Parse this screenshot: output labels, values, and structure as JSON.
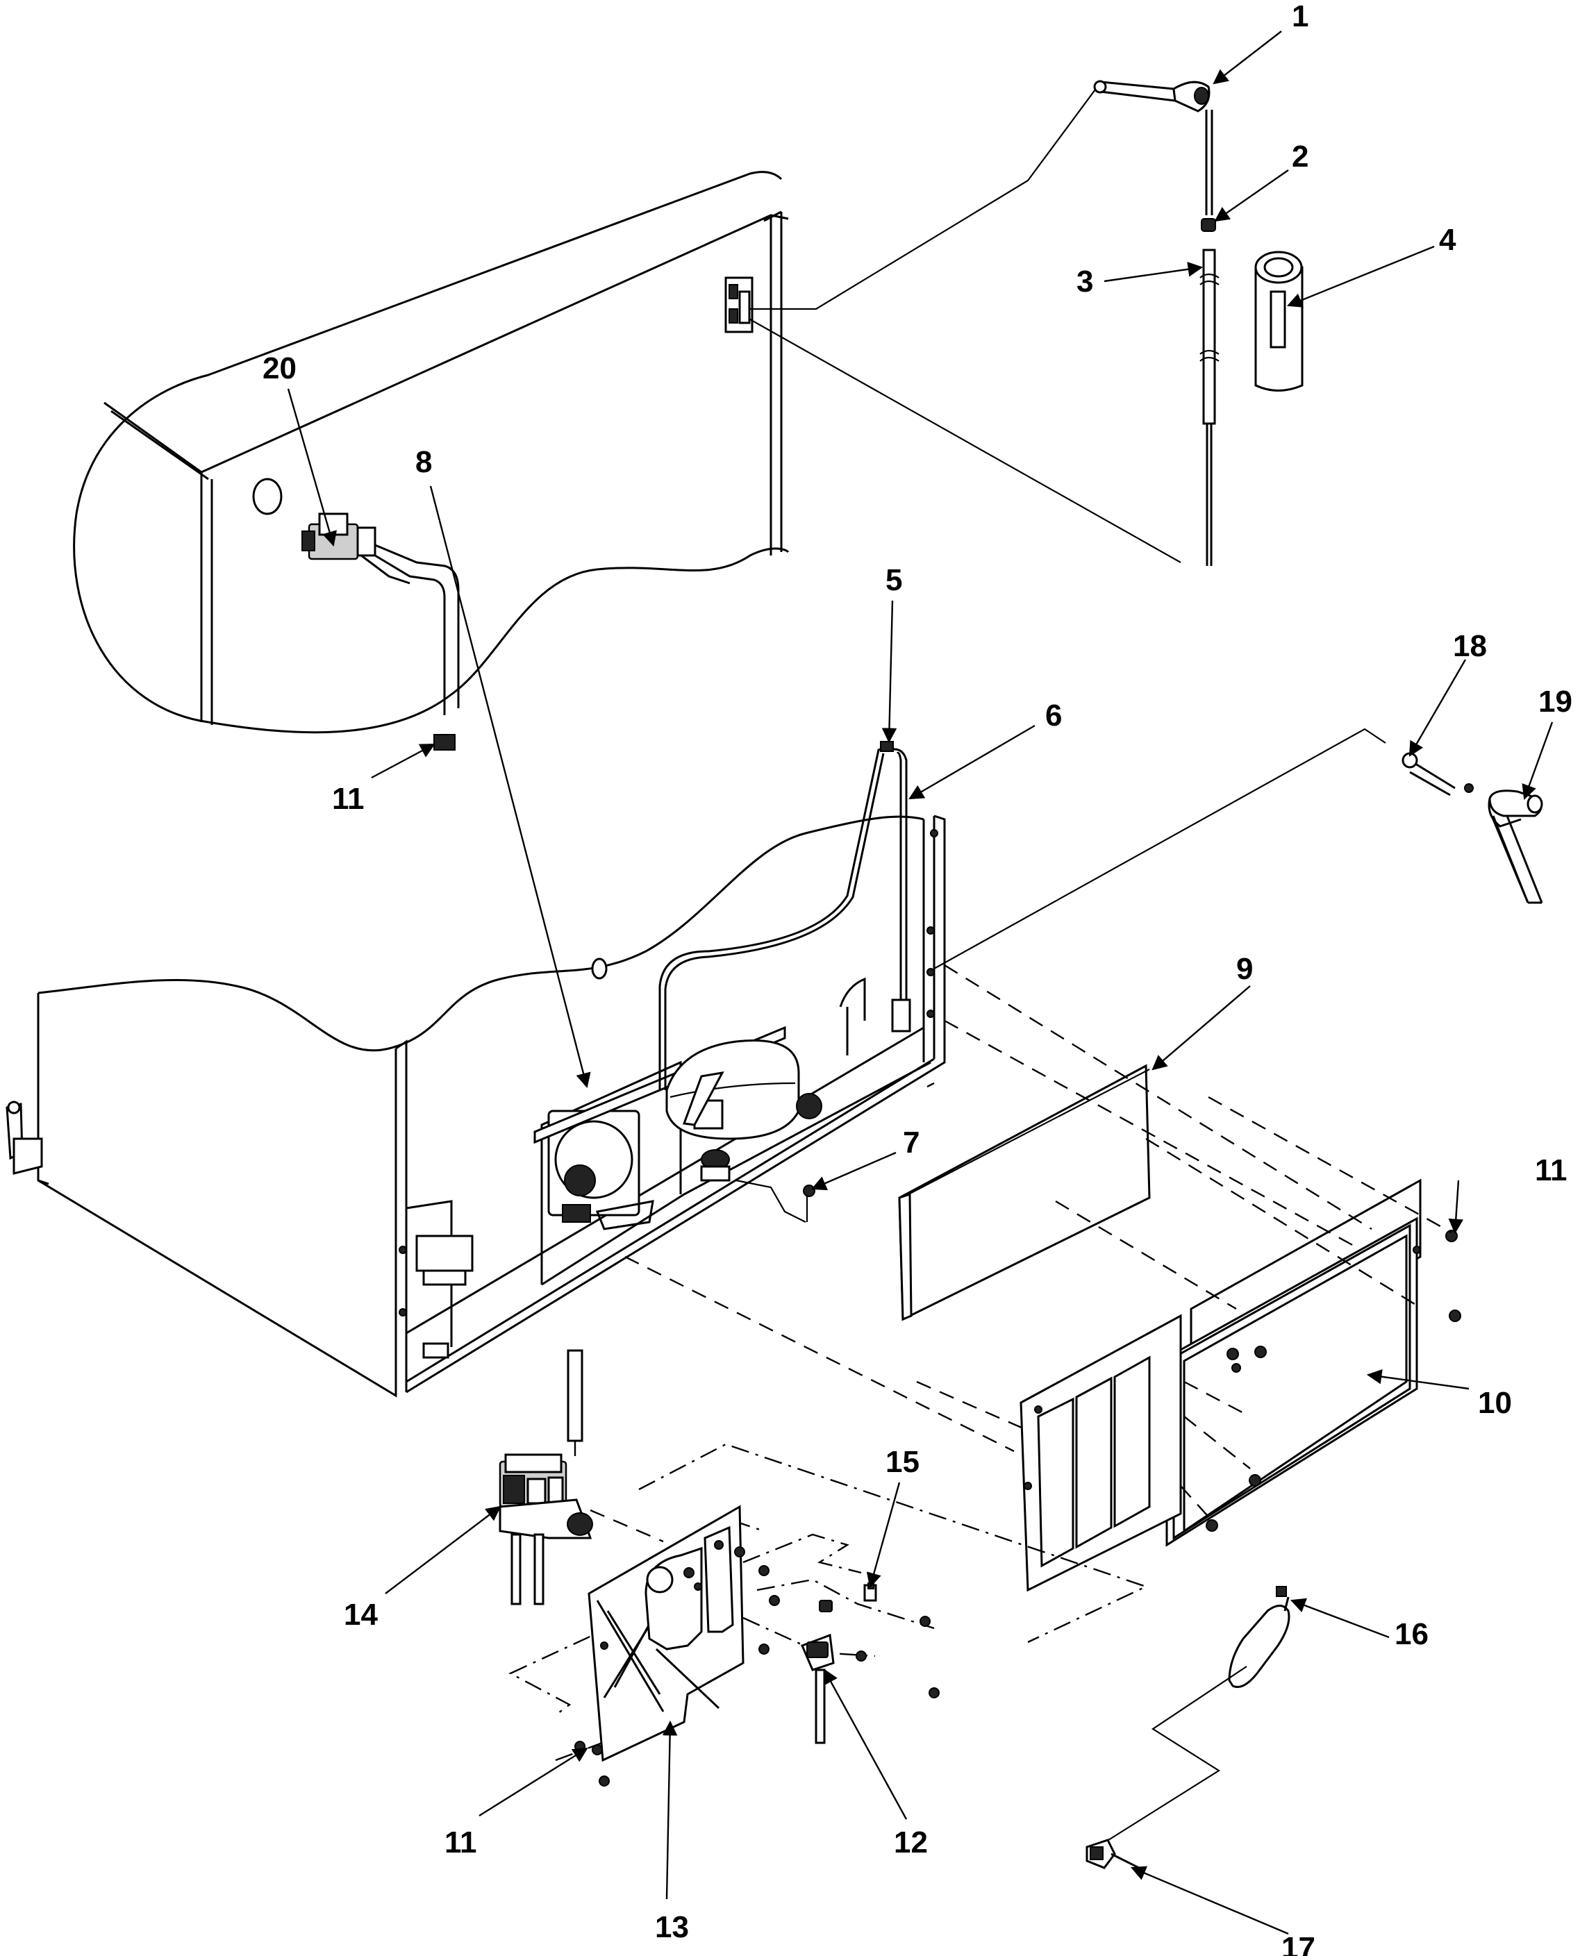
{
  "labels": {
    "l1": "1",
    "l2": "2",
    "l3": "3",
    "l4": "4",
    "l5": "5",
    "l6": "6",
    "l7": "7",
    "l8": "8",
    "l9": "9",
    "l10": "10",
    "l11a": "11",
    "l11b": "11",
    "l11c": "11",
    "l12": "12",
    "l13": "13",
    "l14": "14",
    "l15": "15",
    "l16": "16",
    "l17": "17",
    "l18": "18",
    "l19": "19",
    "l20": "20"
  }
}
